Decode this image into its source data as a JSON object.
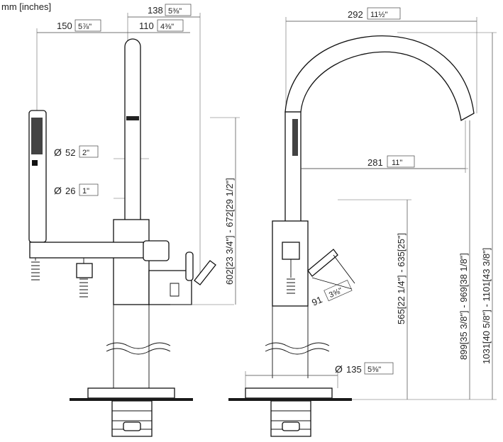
{
  "units_label": "mm [inches]",
  "left_view": {
    "dim_138": {
      "value": "138",
      "frac": "5⅜\""
    },
    "dim_150": {
      "value": "150",
      "frac": "5⅞\""
    },
    "dim_110": {
      "value": "110",
      "frac": "4⅜\""
    },
    "dia_52": {
      "symbol": "Ø",
      "value": "52",
      "frac": "2\""
    },
    "dia_26": {
      "symbol": "Ø",
      "value": "26",
      "frac": "1\""
    },
    "height_range": "602[23 3/4\"] - 672[29 1/2\"]"
  },
  "right_view": {
    "dim_292": {
      "value": "292",
      "frac": "11½\""
    },
    "dim_281": {
      "value": "281",
      "frac": "11\""
    },
    "dim_91": {
      "value": "91",
      "frac": "3⅝\""
    },
    "dia_135": {
      "symbol": "Ø",
      "value": "135",
      "frac": "5⅜\""
    },
    "range_565": "565[22 1/4\"] - 635[25\"]",
    "range_899": "899[35 3/8\"] - 969[38 1/8\"]",
    "range_1031": "1031[40 5/8\"] - 1101[43 3/8\"]"
  },
  "colors": {
    "line": "#111111",
    "dim": "#444444",
    "base": "#1a1a1a"
  }
}
